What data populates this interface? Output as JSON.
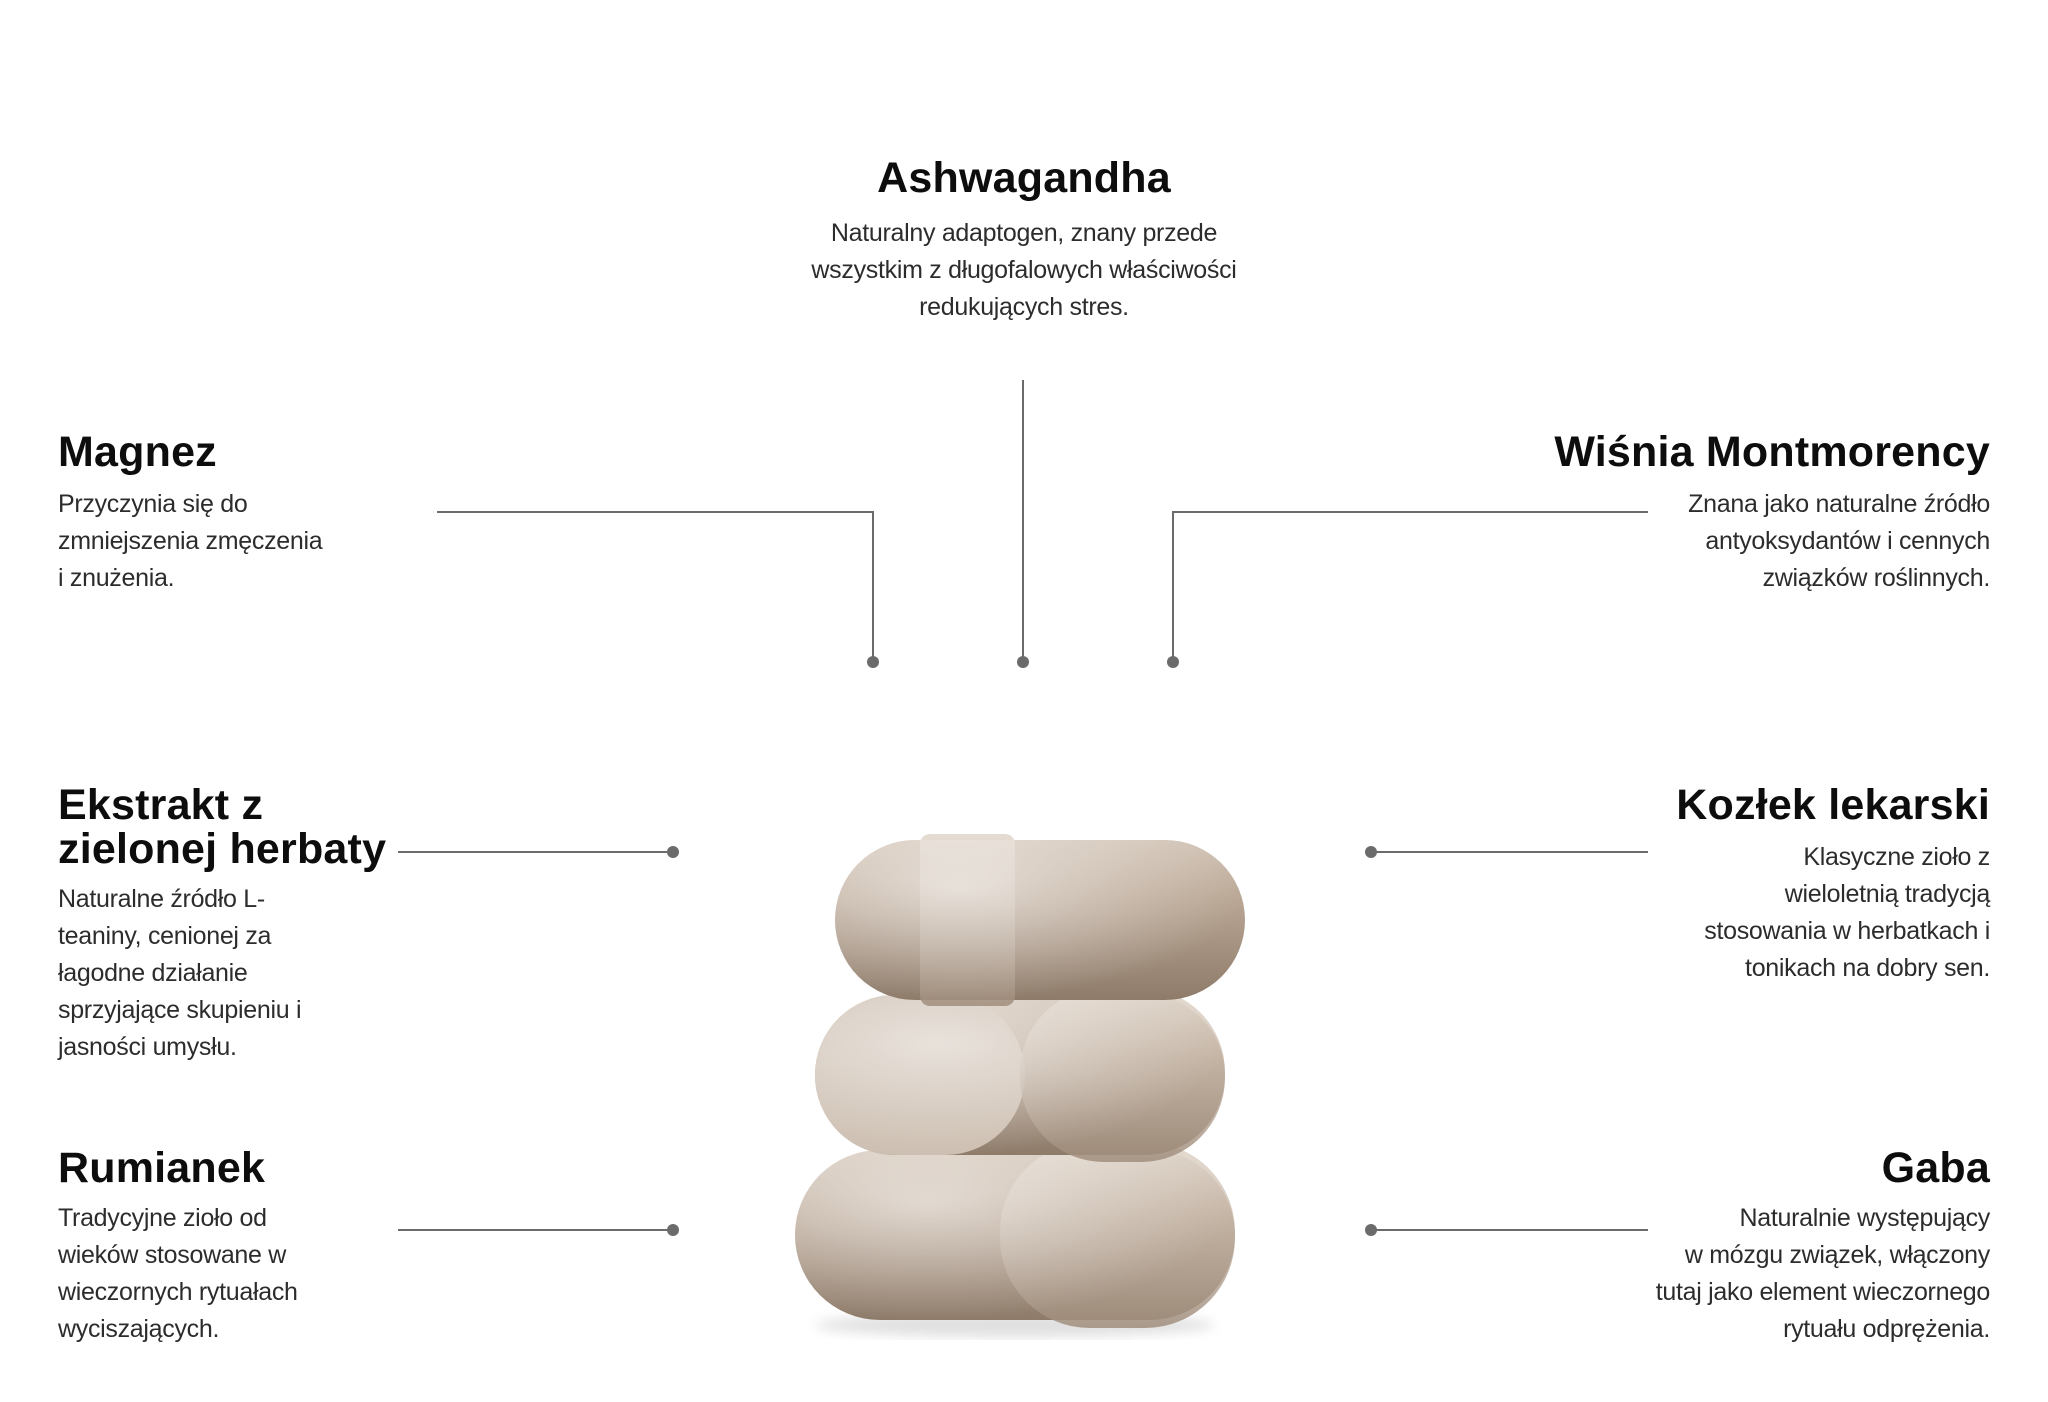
{
  "ingredients": {
    "ashwagandha": {
      "title": "Ashwagandha",
      "desc": [
        "Naturalny adaptogen, znany przede",
        "wszystkim z długofalowych właściwości",
        "redukujących stres."
      ]
    },
    "magnez": {
      "title": "Magnez",
      "desc": [
        "Przyczynia się do",
        "zmniejszenia zmęczenia",
        "i znużenia."
      ]
    },
    "wisnia": {
      "title": "Wiśnia Montmorency",
      "desc": [
        "Znana jako naturalne źródło",
        "antyoksydantów i cennych",
        "związków roślinnych."
      ]
    },
    "ekstrakt": {
      "title": [
        "Ekstrakt z",
        "zielonej herbaty"
      ],
      "desc": [
        "Naturalne źródło L-",
        "teaniny, cenionej za",
        "łagodne działanie",
        "sprzyjające skupieniu i",
        "jasności umysłu."
      ]
    },
    "kozlek": {
      "title": "Kozłek lekarski",
      "desc": [
        "Klasyczne zioło z",
        "wieloletnią tradycją",
        "stosowania w herbatkach i",
        "tonikach na dobry sen."
      ]
    },
    "rumianek": {
      "title": "Rumianek",
      "desc": [
        "Tradycyjne zioło od",
        "wieków stosowane w",
        "wieczornych rytuałach",
        "wyciszających."
      ]
    },
    "gaba": {
      "title": "Gaba",
      "desc": [
        "Naturalnie występujący",
        "w mózgu związek, włączony",
        "tutaj jako element wieczornego",
        "rytuału odprężenia."
      ]
    }
  },
  "colors": {
    "line": "#6b6b6b",
    "capsule": "#b8a595"
  },
  "image": {
    "name": "capsules-image",
    "count": 3
  }
}
